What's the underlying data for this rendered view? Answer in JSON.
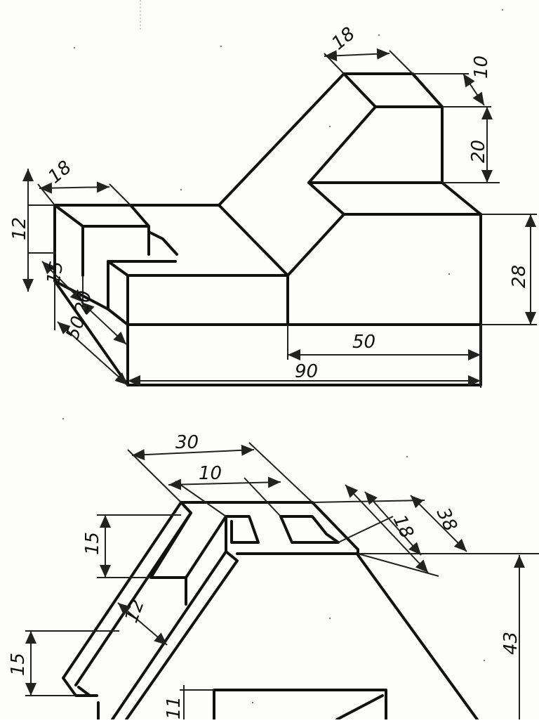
{
  "figures": [
    {
      "id": "upper-part",
      "dimensions": {
        "top_width": "18",
        "top_step": "10",
        "upper_height": "20",
        "right_height": "28",
        "length_inner": "50",
        "length_total": "90",
        "left_width": "18",
        "left_height": "12",
        "left_offset": "15",
        "left_step": "20",
        "depth": "50"
      }
    },
    {
      "id": "lower-part",
      "dimensions": {
        "top_width": "30",
        "slot_width": "10",
        "slot_depth": "18",
        "overall_depth": "38",
        "step_height": "15",
        "arm_thickness": "12",
        "arm_height": "15",
        "total_height": "43",
        "window_height": "11"
      }
    }
  ]
}
